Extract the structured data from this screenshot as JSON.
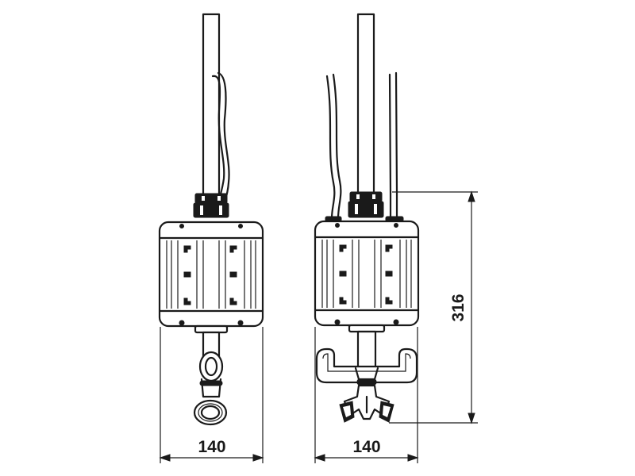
{
  "dimensions": {
    "left_width": "140",
    "right_width": "140",
    "right_height": "316"
  }
}
